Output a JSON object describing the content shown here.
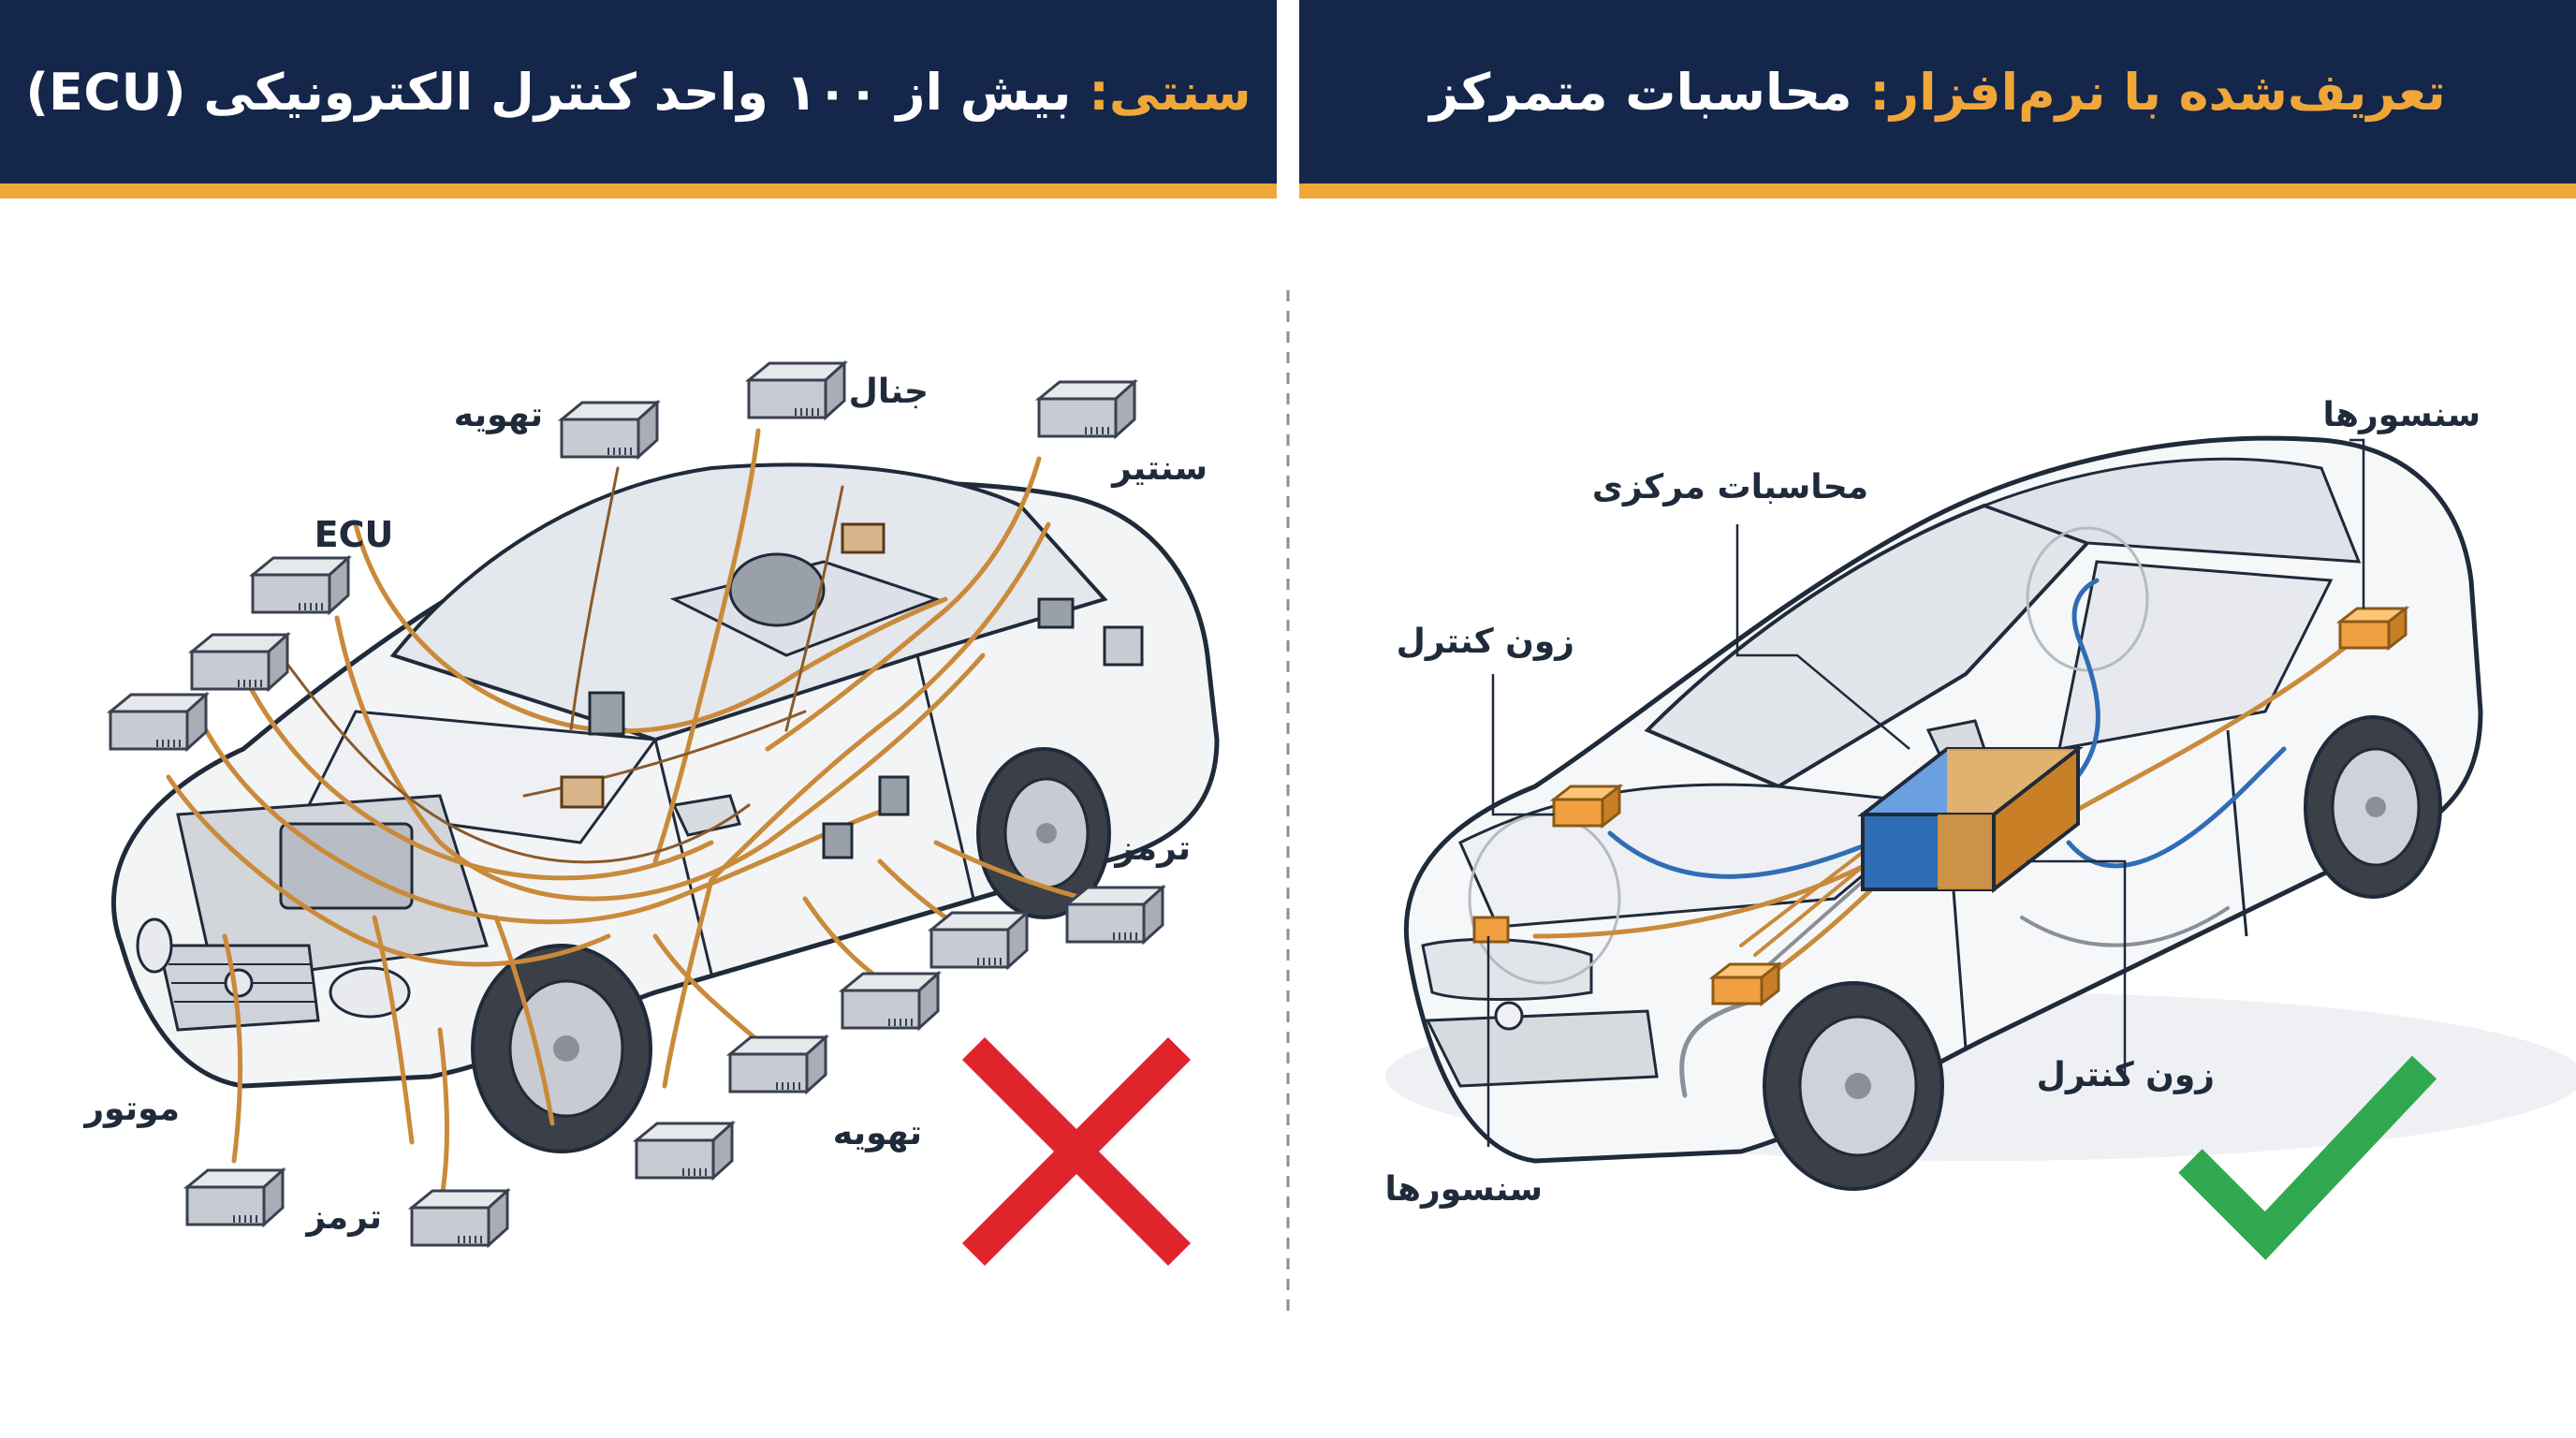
{
  "left_panel": {
    "title_accent": "سنتی:",
    "title_rest": " بیش از ۱۰۰ واحد کنترل الکترونیکی (ECU)",
    "labels": {
      "ventilation_top": "تهویه",
      "chassis": "جنال",
      "central_lock": "سنتیر",
      "ecu": "ECU",
      "brake_right": "ترمز",
      "ventilation_bottom": "تهویه",
      "engine": "موتور",
      "brake_bottom": "ترمز"
    },
    "verdict_icon": "cross-icon",
    "verdict_color": "#e0242c"
  },
  "right_panel": {
    "title_accent": "تعریف‌شده با نرم‌افزار:",
    "title_rest": " محاسبات متمرکز",
    "labels": {
      "sensors_top": "سنسورها",
      "central_compute": "محاسبات مرکزی",
      "zone_control_left": "زون کنترل",
      "zone_control_bottom": "زون کنترل",
      "sensors_bottom": "سنسورها"
    },
    "verdict_icon": "check-icon",
    "verdict_color": "#2fa84f"
  },
  "colors": {
    "header_bg": "#14264a",
    "accent": "#f0a73a",
    "wire_orange": "#c98a3a",
    "wire_blue": "#2f6db5",
    "zone_box": "#f0a040",
    "ecu_gray": "#c8cbd1"
  }
}
